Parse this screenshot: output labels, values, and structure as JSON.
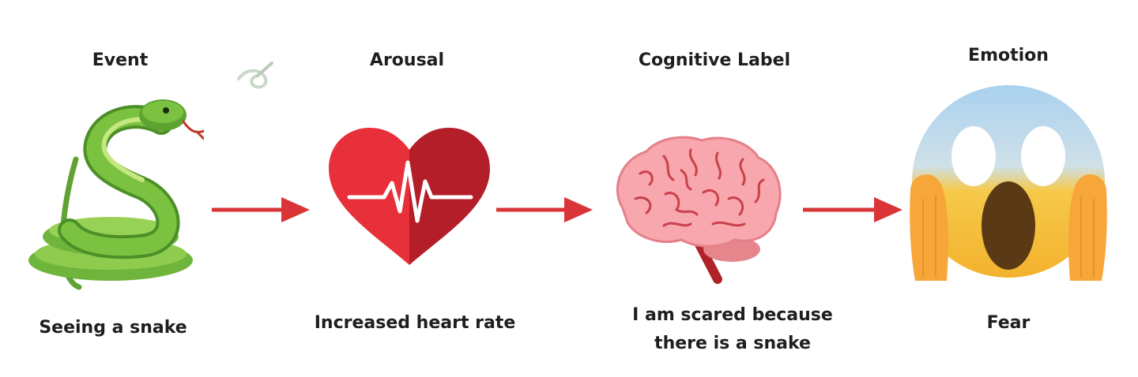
{
  "steps": [
    {
      "title": "Event",
      "caption": "Seeing a snake",
      "icon": "snake-icon"
    },
    {
      "title": "Arousal",
      "caption": "Increased heart rate",
      "icon": "heart-rate-icon"
    },
    {
      "title": "Cognitive Label",
      "caption_lines": [
        "I am scared because",
        "there is a snake"
      ],
      "icon": "brain-icon"
    },
    {
      "title": "Emotion",
      "caption": "Fear",
      "icon": "screaming-face-icon"
    }
  ],
  "colors": {
    "arrow": "#d93437",
    "text": "#1e1e1e",
    "snake": "#7cc241",
    "heart": "#d8262c",
    "brain": "#f5a3a8",
    "face": "#f9bd3c"
  }
}
